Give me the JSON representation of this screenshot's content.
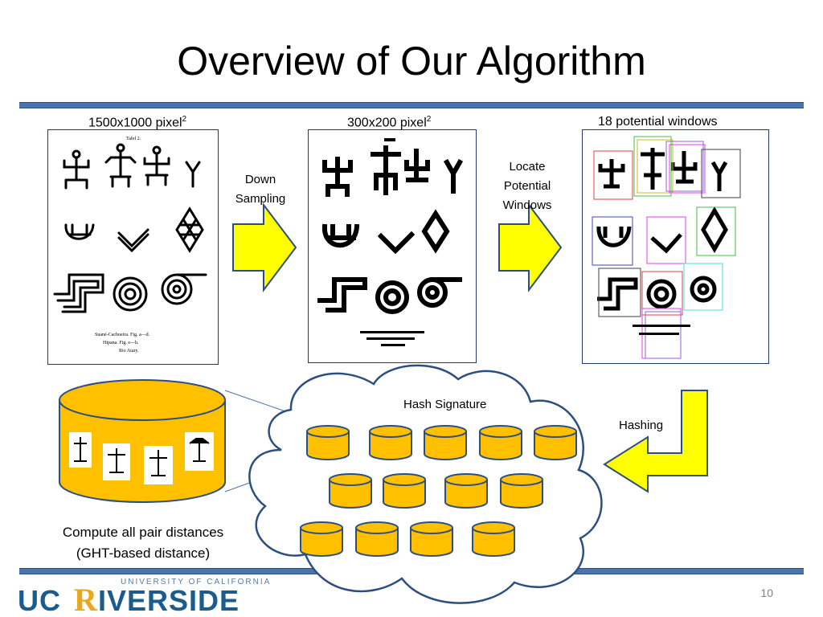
{
  "slide": {
    "title": "Overview of Our Algorithm",
    "page_number": "10"
  },
  "panels": [
    {
      "label": "1500x1000 pixel",
      "sup": "2"
    },
    {
      "label": "300x200 pixel",
      "sup": "2"
    },
    {
      "label": "18 potential windows"
    }
  ],
  "figure1_caption": [
    "Suané-Cachoeira.  Fig. a—d.",
    "Hipana.  Fig. e—h.",
    "Rio Aiary."
  ],
  "figure1_header": "Tafel 2.",
  "steps": {
    "down_sampling": [
      "Down",
      "Sampling"
    ],
    "locate_windows": [
      "Locate",
      "Potential",
      "Windows"
    ],
    "hashing": "Hashing"
  },
  "cloud": {
    "title": "Hash Signature"
  },
  "database": {
    "caption_line1": "Compute all pair distances",
    "caption_line2": "(GHT-based distance)"
  },
  "logo": {
    "small_text": "UNIVERSITY OF CALIFORNIA",
    "brand": "UCRIVERSIDE"
  },
  "colors": {
    "accent_blue": "#4a74b0",
    "arrow_yellow": "#ffff00",
    "cylinder_gold": "#ffc000",
    "outline_navy": "#2c4f80",
    "logo_blue": "#1b5c8f",
    "logo_gold": "#e8a81a"
  }
}
